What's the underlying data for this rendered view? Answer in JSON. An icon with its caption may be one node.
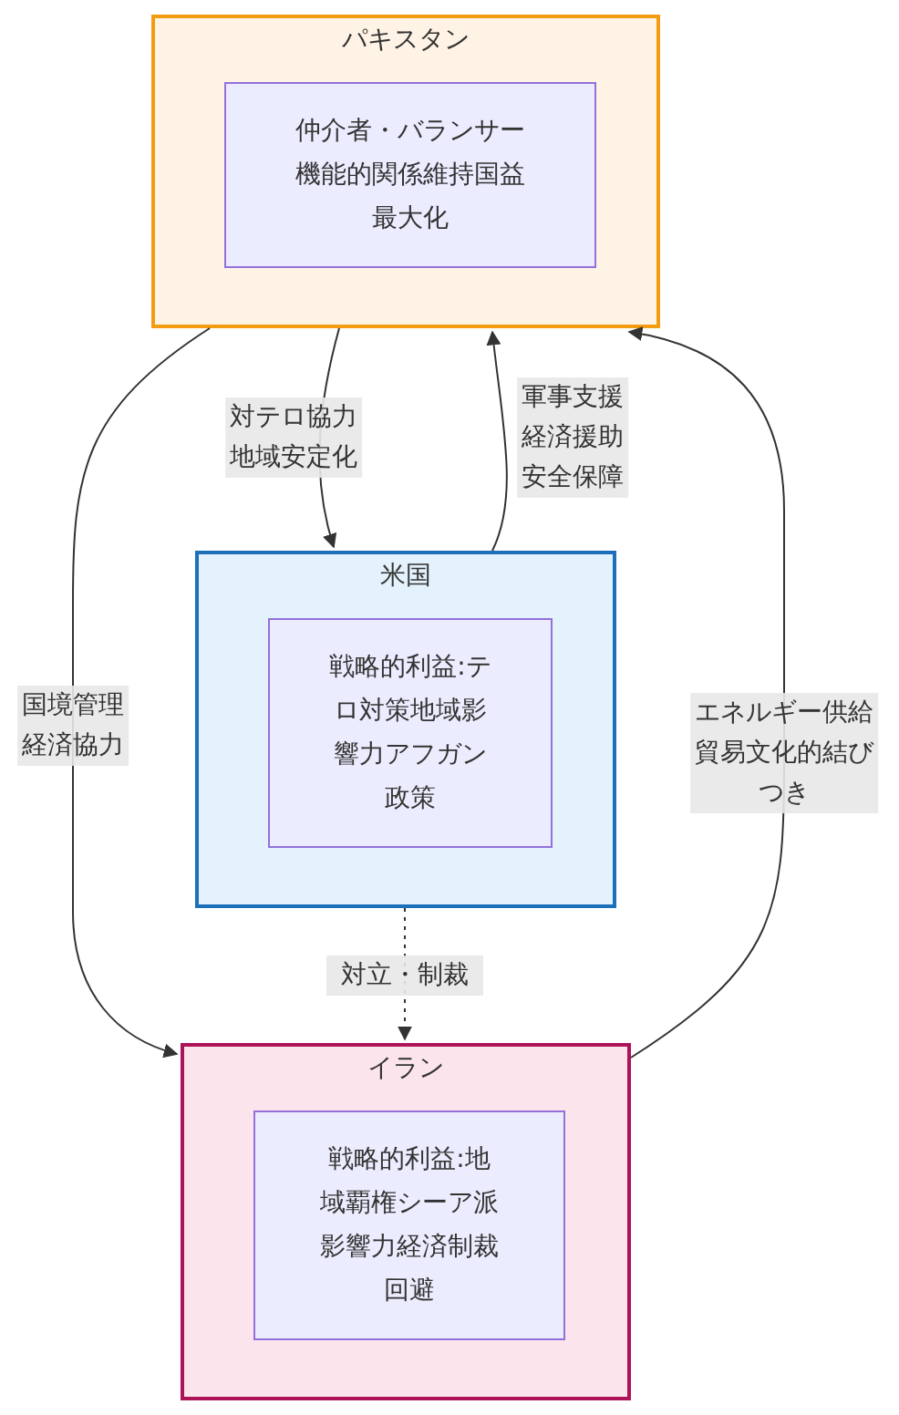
{
  "diagram": {
    "nodes": [
      {
        "text": [
          "パキスタン"
        ]
      },
      {
        "text": [
          "仲介者・バランサー機能的関係維持国益最大化"
        ],
        "in": 0
      },
      {
        "text": [
          "米国"
        ]
      },
      {
        "text": [
          "戦略的利益:テロ対策地域影響力アフガン政策"
        ],
        "in": 2
      },
      {
        "text": [
          "イラン"
        ]
      },
      {
        "text": [
          "戦略的利益:地域覇権シーア派影響力経済制裁回避"
        ],
        "in": 4
      }
    ],
    "edges": [
      {
        "from": 0,
        "to": 2,
        "arrow": "to",
        "label": "対テロ協力地域安定化"
      },
      {
        "from": 2,
        "to": 0,
        "arrow": "to",
        "label": "軍事支援経済援助安全保障"
      },
      {
        "from": 0,
        "to": 4,
        "arrow": "to",
        "label": "国境管理経済協力"
      },
      {
        "from": 4,
        "to": 0,
        "arrow": "to",
        "label": "エネルギー供給貿易文化的結びつき"
      },
      {
        "from": 2,
        "to": 4,
        "arrow": "to",
        "label": "対立・制裁",
        "style": "dashed"
      }
    ]
  }
}
